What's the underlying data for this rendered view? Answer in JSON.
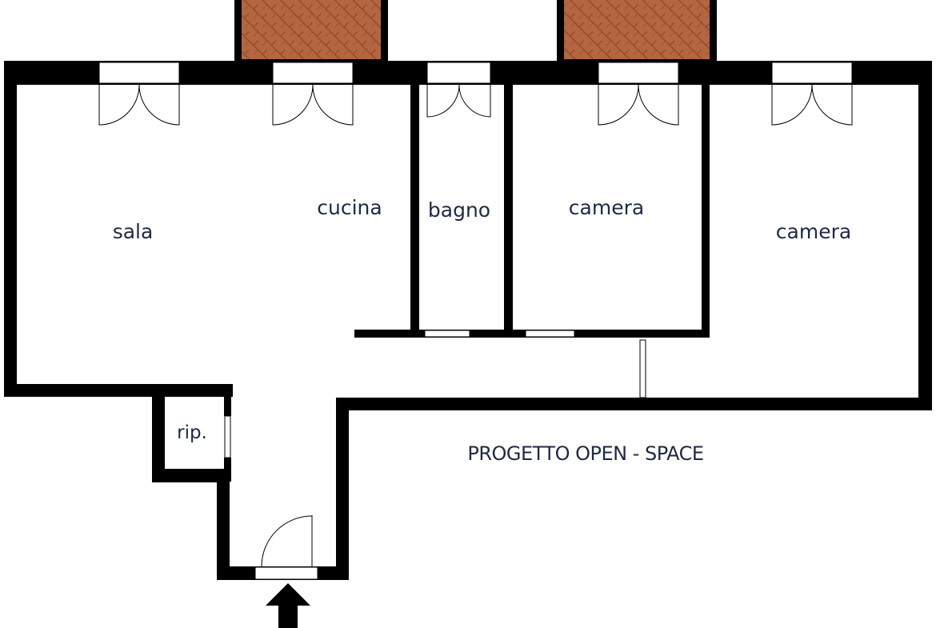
{
  "rooms": {
    "sala": "sala",
    "cucina": "cucina",
    "bagno": "bagno",
    "camera_1": "camera",
    "camera_2": "camera",
    "ripostiglio": "rip."
  },
  "project_title": "PROGETTO OPEN - SPACE",
  "colors": {
    "wall": "#000000",
    "text": "#1f2a44",
    "balcony_tile": "#b5653f",
    "balcony_grout": "#8a4a2c"
  },
  "icons": {
    "entrance": "entrance-arrow-icon"
  }
}
